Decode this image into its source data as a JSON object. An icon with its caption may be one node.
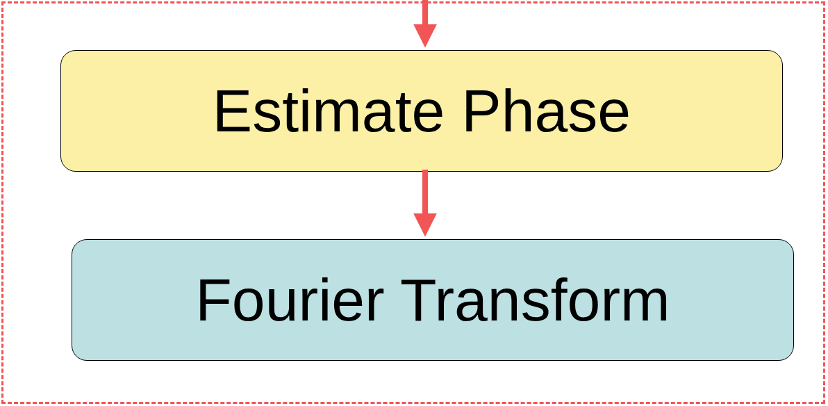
{
  "diagram": {
    "nodes": [
      {
        "text": [],
        "shape": "box"
      },
      {
        "text": [
          "Estimate Phase"
        ],
        "in": 0
      },
      {
        "text": [
          "Fourier Transform"
        ],
        "in": 0
      }
    ],
    "edges": [
      {
        "from": null,
        "to": 1,
        "arrow": "to"
      },
      {
        "from": 1,
        "to": 2,
        "arrow": "to"
      }
    ]
  }
}
